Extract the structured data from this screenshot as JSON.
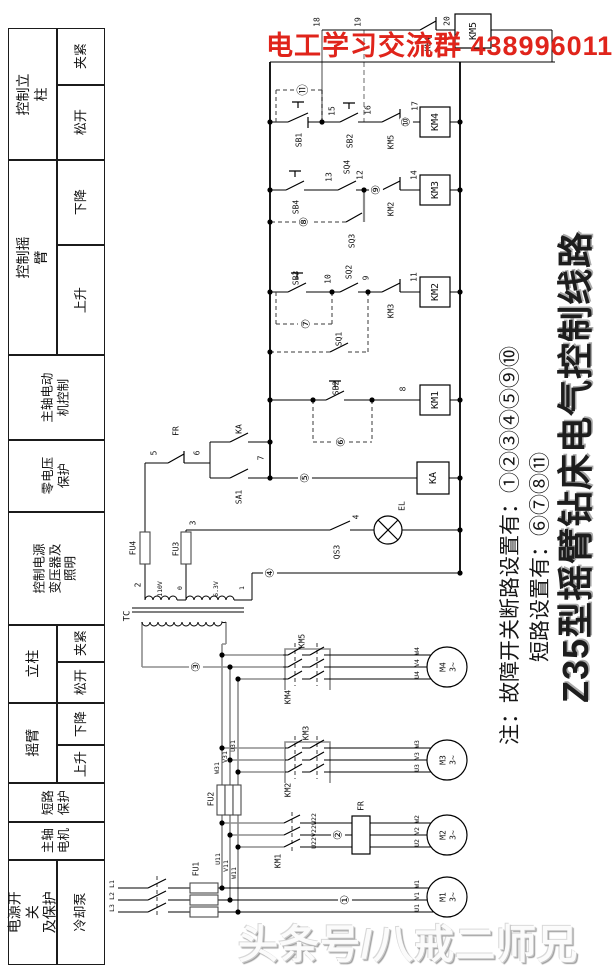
{
  "banner": {
    "text": "电工学习交流群 438996011",
    "color": "#e0241b"
  },
  "watermark": {
    "text": "头条号/八戒二师兄"
  },
  "side": {
    "note1": "注：故障开关断路设置有：①②③④⑤⑨⑩",
    "note2": "短路设置有：⑥⑦⑧⑪",
    "title": "Z35型摇臂钻床电气控制线路"
  },
  "legend": {
    "rows": [
      {
        "main": "控制立柱",
        "subs": [
          "夹紧",
          "松开"
        ]
      },
      {
        "main": "控制摇臂",
        "subs": [
          "下降",
          "上升"
        ]
      },
      {
        "main": "主轴电动\n机控制"
      },
      {
        "main": "零电压\n保护"
      },
      {
        "main": "控制电源\n变压器及\n照明"
      },
      {
        "main": "立柱",
        "subs": [
          "夹紧",
          "松开"
        ]
      },
      {
        "main": "摇臂",
        "subs": [
          "下降",
          "上升"
        ]
      },
      {
        "main": "短路\n保护"
      },
      {
        "main": "主轴\n电机"
      },
      {
        "main": "电源开关\n及保护",
        "subs": [
          "冷却泵"
        ]
      }
    ]
  },
  "sch": {
    "km1": "KM1",
    "km2": "KM2",
    "km3": "KM3",
    "km4": "KM4",
    "km5": "KM5",
    "ka": "KA",
    "sb1": "SB1",
    "sb2": "SB2",
    "sb3": "SB3",
    "sb4": "SB4",
    "sq1": "SQ1",
    "sq2": "SQ2",
    "sq3": "SQ3",
    "sq4": "SQ4",
    "sa1": "SA1",
    "fr": "FR",
    "tc": "TC",
    "el": "EL",
    "qs3": "QS3",
    "fu1": "FU1",
    "fu2": "FU2",
    "fu3": "FU3",
    "fu4": "FU4",
    "v110": "110V",
    "v63": "6.3V",
    "m1": "M1",
    "m2": "M2",
    "m3": "M3",
    "m4": "M4",
    "ph3": "3~",
    "n0": "0",
    "n1": "1",
    "n2": "2",
    "n3": "3",
    "n4": "4",
    "n5": "5",
    "n6": "6",
    "n7": "7",
    "n8": "8",
    "n9": "9",
    "n10": "10",
    "n11": "11",
    "n12": "12",
    "n13": "13",
    "n14": "14",
    "n15": "15",
    "n16": "16",
    "n17": "17",
    "n18": "18",
    "n19": "19",
    "n20": "20",
    "l1": "L1",
    "l2": "L2",
    "l3": "L3",
    "u11": "U11",
    "v11": "V11",
    "w11": "W11",
    "u31": "U31",
    "v31": "V31",
    "w31": "W31",
    "u22": "U22",
    "v22": "V22",
    "w22": "W22",
    "u1": "U1",
    "v1": "V1",
    "w1": "W1",
    "u2": "U2",
    "v2": "V2",
    "w2": "W2",
    "u3": "U3",
    "v3": "V3",
    "w3": "W3",
    "u4": "U4",
    "v4": "V4",
    "w4": "W4",
    "c1": "①",
    "c2": "②",
    "c3": "③",
    "c4": "④",
    "c5": "⑤",
    "c6": "⑥",
    "c7": "⑦",
    "c8": "⑧",
    "c9": "⑨",
    "c10": "⑩",
    "c11": "⑪"
  },
  "colors": {
    "banner_red": "#e0241b",
    "wire_gray": "#8d8d8d",
    "line_black": "#000000"
  }
}
